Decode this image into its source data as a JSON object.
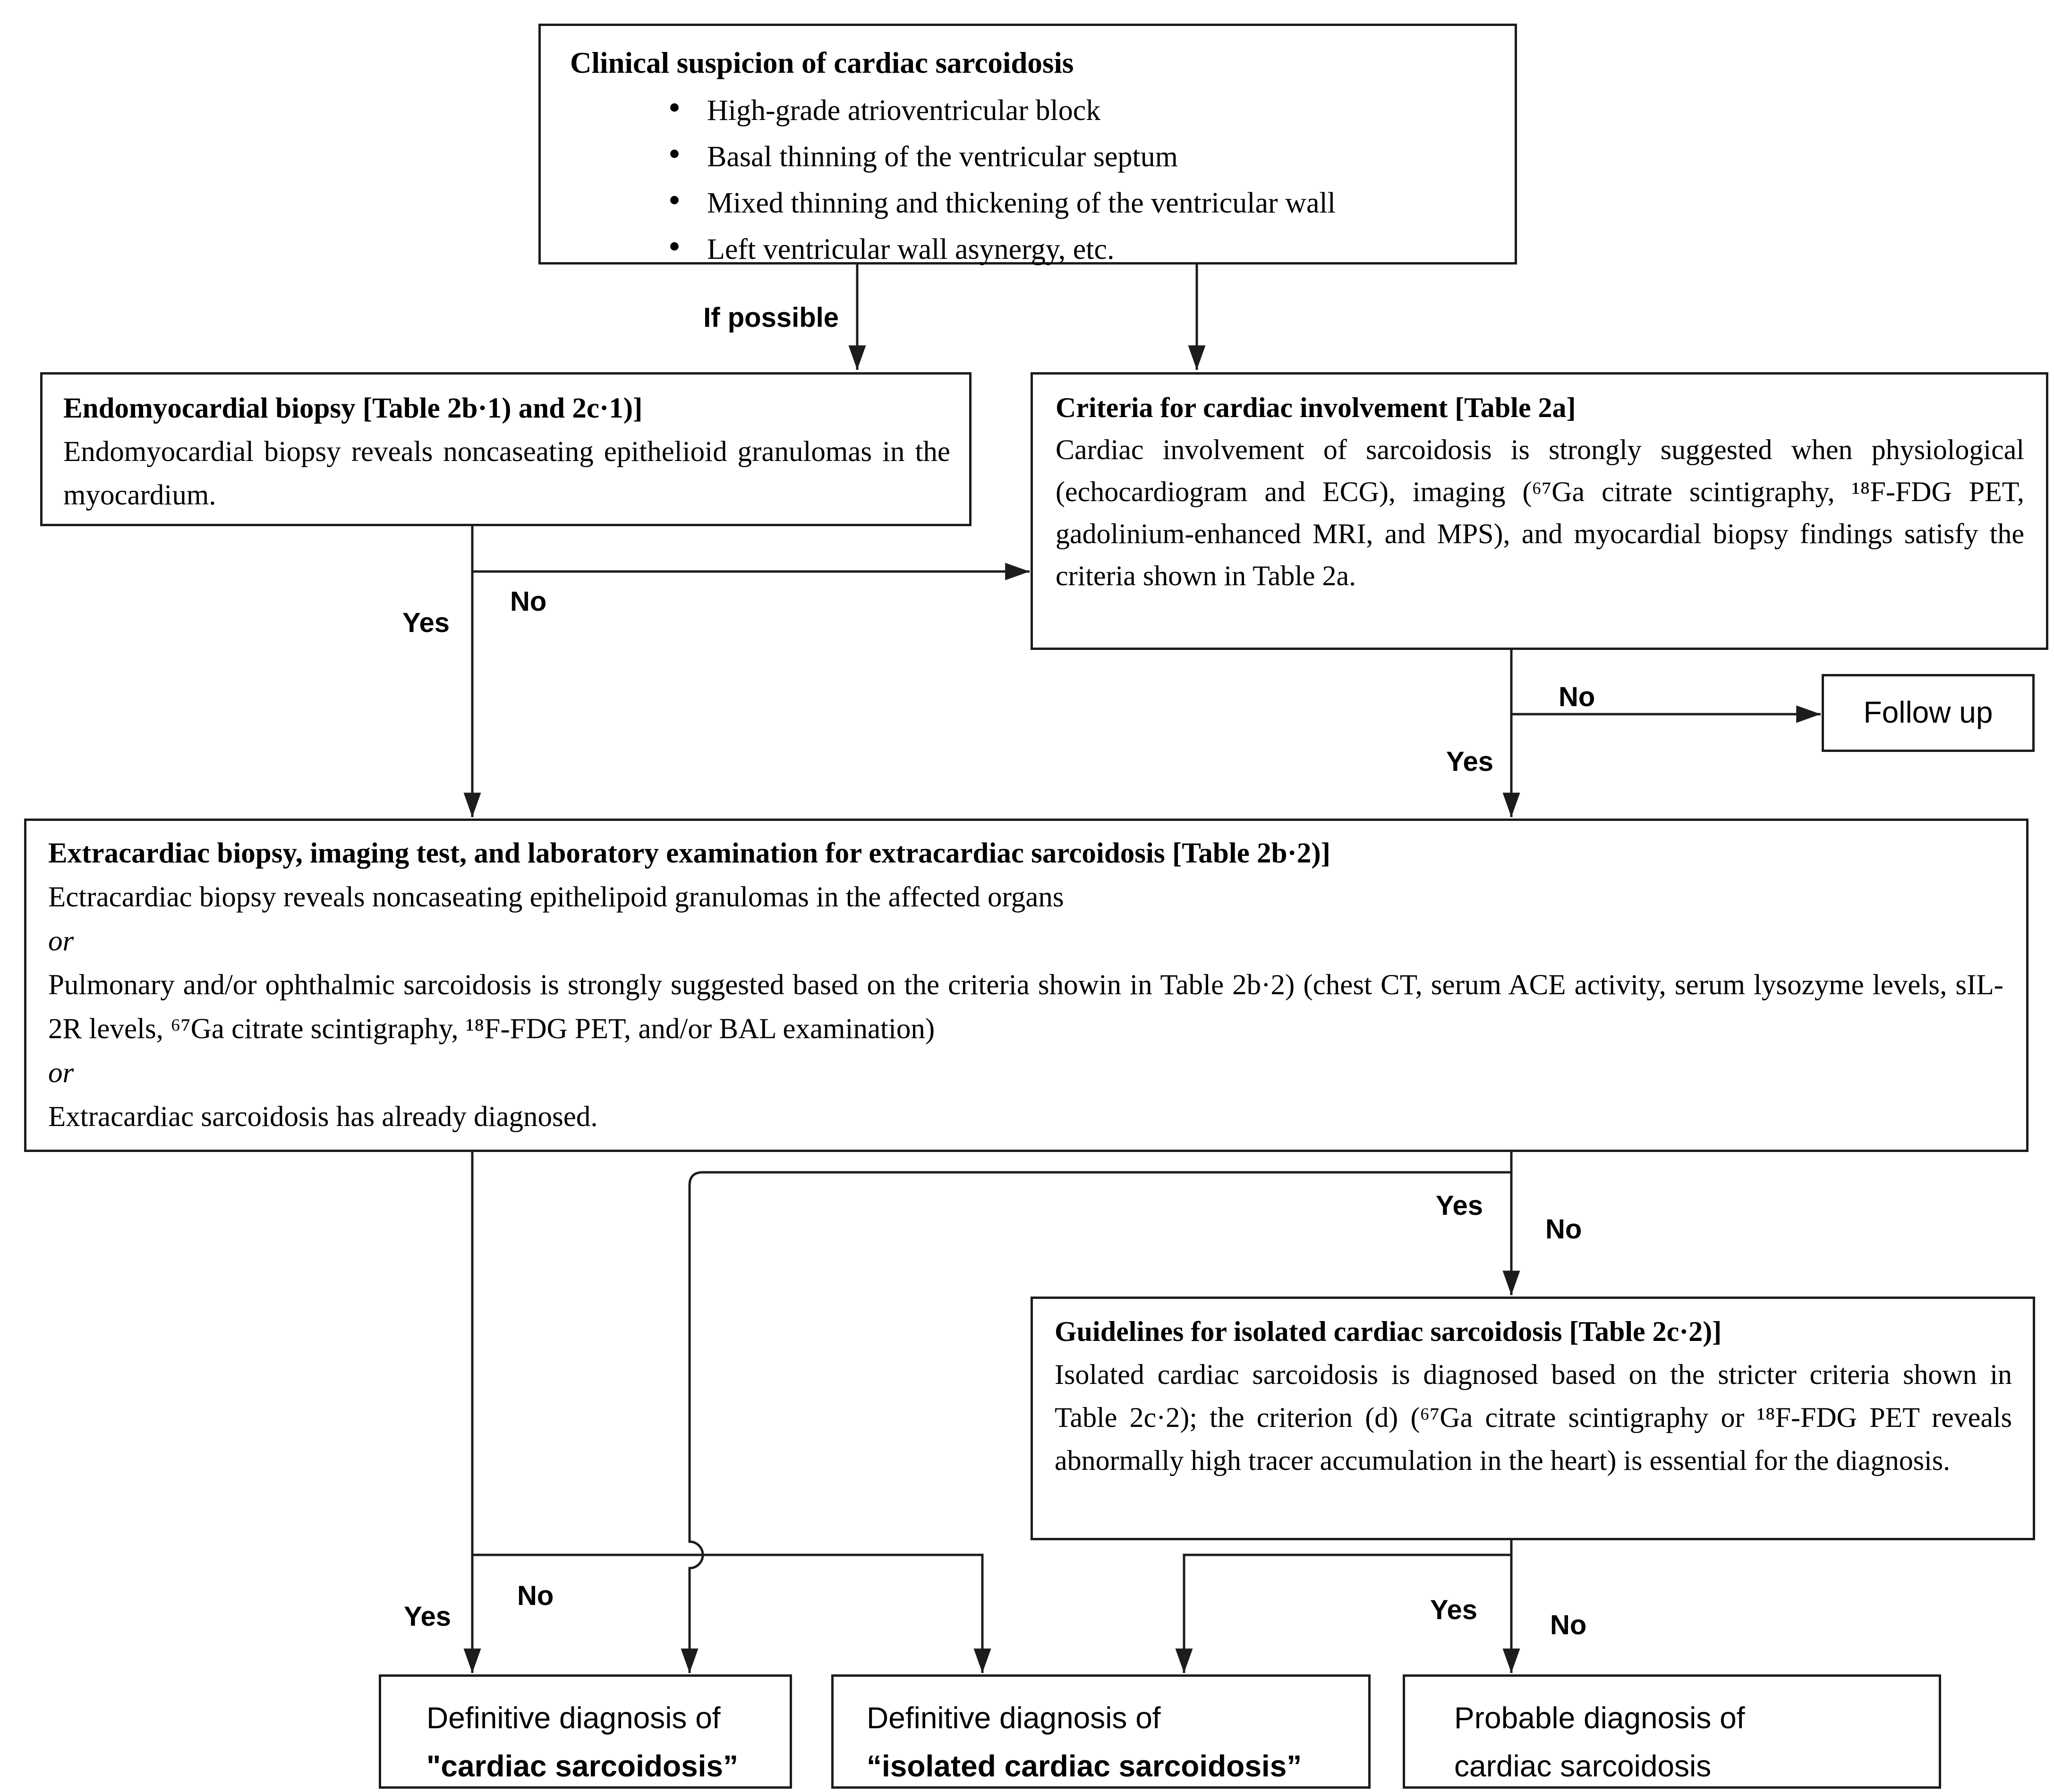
{
  "colors": {
    "background": "#ffffff",
    "line": "#1c1c1c",
    "text": "#000000"
  },
  "diagram": {
    "clinical": {
      "title": "Clinical suspicion of cardiac sarcoidosis",
      "bullets": [
        "High-grade atrioventricular block",
        "Basal thinning of the ventricular septum",
        "Mixed thinning and thickening of the ventricular wall",
        "Left ventricular wall asynergy, etc."
      ]
    },
    "endomyocardial": {
      "title": "Endomyocardial biopsy [Table 2b·1) and 2c·1)]",
      "body": "Endomyocardial biopsy reveals noncaseating epithelioid granulomas in the myocardium."
    },
    "criteria": {
      "title": "Criteria for cardiac involvement [Table 2a]",
      "body": "Cardiac involvement of sarcoidosis is strongly suggested when physiological (echocardiogram and ECG), imaging (⁶⁷Ga citrate scintigraphy, ¹⁸F-FDG PET, gadolinium-enhanced MRI, and MPS), and myocardial biopsy findings satisfy the criteria shown in Table 2a."
    },
    "follow_up": {
      "label": "Follow up"
    },
    "extracardiac": {
      "title": "Extracardiac biopsy, imaging test, and laboratory examination for extracardiac sarcoidosis [Table 2b·2)]",
      "option1": "Ectracardiac biopsy reveals noncaseating epithelipoid granulomas in the affected organs",
      "or1": "or",
      "option2": "Pulmonary and/or ophthalmic sarcoidosis is strongly suggested based on the criteria showin in Table 2b·2) (chest CT, serum ACE activity, serum lysozyme levels, sIL-2R levels, ⁶⁷Ga citrate scintigraphy, ¹⁸F-FDG PET, and/or BAL examination)",
      "or2": "or",
      "option3": "Extracardiac sarcoidosis has already diagnosed."
    },
    "guidelines": {
      "title": "Guidelines for isolated cardiac sarcoidosis [Table 2c·2)]",
      "body": "Isolated cardiac sarcoidosis is diagnosed based on the stricter criteria shown in Table 2c·2); the criterion (d) (⁶⁷Ga citrate scintigraphy or ¹⁸F-FDG PET reveals abnormally high tracer accumulation in the heart) is essential for the diagnosis."
    },
    "dx_cardiac": {
      "line1": "Definitive diagnosis of",
      "line2": "\"cardiac sarcoidosis”"
    },
    "dx_isolated": {
      "line1": "Definitive diagnosis of",
      "line2": "“isolated cardiac sarcoidosis”"
    },
    "dx_probable": {
      "line1": "Probable diagnosis of",
      "line2": "cardiac sarcoidosis"
    }
  },
  "labels": {
    "if_possible": "If possible",
    "endo_yes": "Yes",
    "endo_no": "No",
    "criteria_no": "No",
    "criteria_yes": "Yes",
    "extracardiac_right_yes": "Yes",
    "extracardiac_right_no": "No",
    "extracardiac_left_yes": "Yes",
    "extracardiac_left_no": "No",
    "guidelines_yes": "Yes",
    "guidelines_no": "No"
  }
}
